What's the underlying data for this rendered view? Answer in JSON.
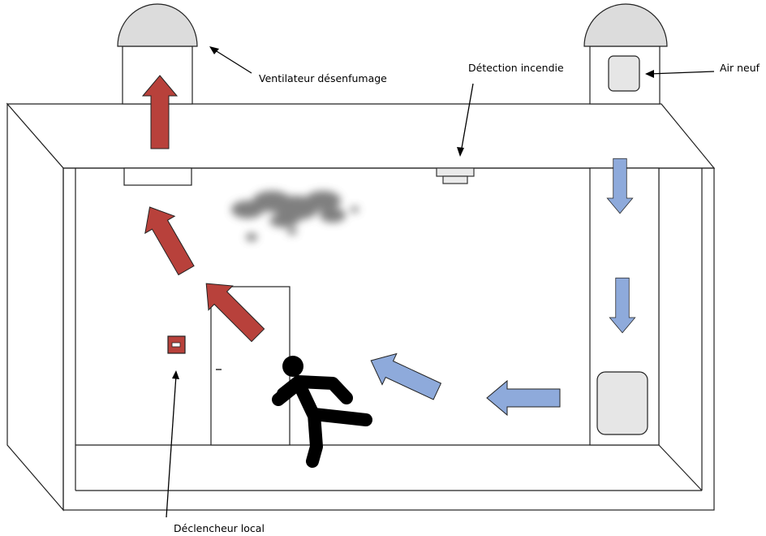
{
  "labels": {
    "smoke_fan": "Ventilateur désenfumage",
    "fire_detection": "Détection incendie",
    "fresh_air": "Air neuf",
    "manual_trigger": "Déclencheur local"
  },
  "colors": {
    "exhaust_arrow": "#b8413b",
    "intake_arrow": "#8eaadb",
    "dome": "#dcdcdc",
    "vent_panel": "#e6e6e6",
    "runner": "#000000",
    "smoke": "#555555"
  },
  "icons": {
    "runner": "running-person-icon",
    "smoke": "smoke-cloud-icon"
  }
}
